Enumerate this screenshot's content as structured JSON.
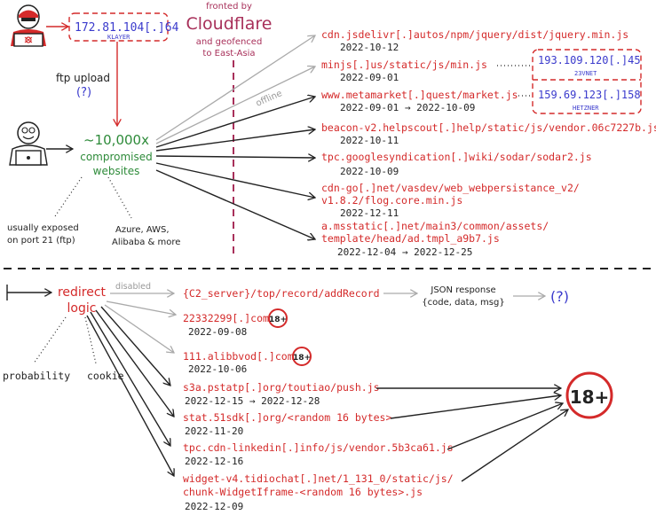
{
  "colors": {
    "red": "#d42a2a",
    "black": "#222222",
    "blue": "#3a3acc",
    "green": "#2e8b3a",
    "plum": "#a8305a",
    "gray": "#999999"
  },
  "icons": {
    "attacker": "hacker-icon",
    "admin": "admin-laptop-icon"
  },
  "top": {
    "attacker_ip": "172.81.104[.]64",
    "attacker_host": "KLAYER",
    "ftp_label": "ftp upload",
    "ftp_unknown": "(?)",
    "sites_count": "~10,000x",
    "sites_line2": "compromised",
    "sites_line3": "websites",
    "exposed_line1": "usually exposed",
    "exposed_line2": "on port 21 (ftp)",
    "cloud_line1": "Azure, AWS,",
    "cloud_line2": "Alibaba & more",
    "fronted_line1": "fronted by",
    "fronted_brand": "Cloudflare",
    "fronted_line3": "and geofenced",
    "fronted_line4": "to East-Asia",
    "offline_label": "offline",
    "domains": [
      {
        "url": "cdn.jsdelivr[.]autos/npm/jquery/dist/jquery.min.js",
        "date": "2022-10-12"
      },
      {
        "url": "minjs[.]us/static/js/min.js",
        "date": "2022-09-01"
      },
      {
        "url": "www.metamarket[.]quest/market.js",
        "date": "2022-09-01 → 2022-10-09"
      },
      {
        "url": "beacon-v2.helpscout[.]help/static/js/vendor.06c7227b.js",
        "date": "2022-10-11"
      },
      {
        "url": "tpc.googlesyndication[.]wiki/sodar/sodar2.js",
        "date": "2022-10-09"
      },
      {
        "url_line1": "cdn-go[.]net/vasdev/web_webpersistance_v2/",
        "url_line2": "v1.8.2/flog.core.min.js",
        "date": "2022-12-11"
      },
      {
        "url_line1": "a.msstatic[.]net/main3/common/assets/",
        "url_line2": "template/head/ad.tmpl_a9b7.js",
        "date": "2022-12-04 → 2022-12-25"
      }
    ],
    "hosts": [
      {
        "ip": "193.109.120[.]45",
        "provider": "23VNET"
      },
      {
        "ip": "159.69.123[.]158",
        "provider": "HETZNER"
      }
    ]
  },
  "bottom": {
    "redirect_line1": "redirect",
    "redirect_line2": "logic",
    "probability": "probability",
    "cookie": "cookie",
    "disabled_label": "disabled",
    "c2_url": "{C2_server}/top/record/addRecord",
    "json_line1": "JSON response",
    "json_line2": "{code, data, msg}",
    "json_unknown": "(?)",
    "adult_small": "18+",
    "adult_big": "18+",
    "targets": [
      {
        "url": "22332299[.]com",
        "date": "2022-09-08"
      },
      {
        "url": "111.alibbvod[.]com",
        "date": "2022-10-06"
      },
      {
        "url": "s3a.pstatp[.]org/toutiao/push.js",
        "date": "2022-12-15 → 2022-12-28"
      },
      {
        "url": "stat.51sdk[.]org/<random 16 bytes>",
        "date": "2022-11-20"
      },
      {
        "url": "tpc.cdn-linkedin[.]info/js/vendor.5b3ca61.js",
        "date": "2022-12-16"
      },
      {
        "url_line1": "widget-v4.tidiochat[.]net/1_131_0/static/js/",
        "url_line2": "chunk-WidgetIframe-<random 16 bytes>.js",
        "date": "2022-12-09"
      }
    ]
  }
}
